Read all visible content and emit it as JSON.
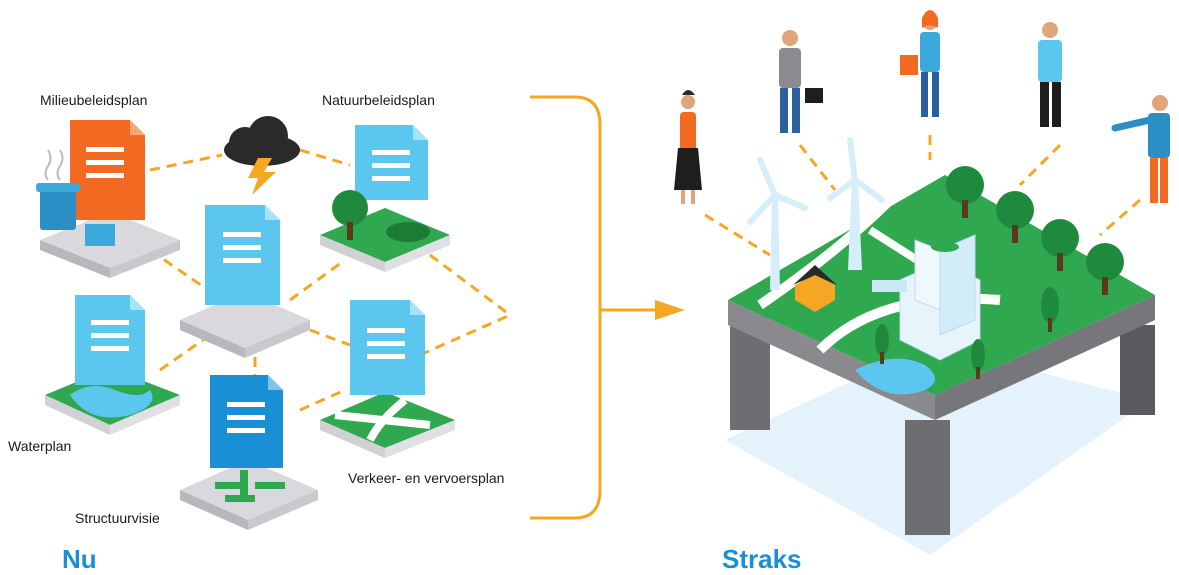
{
  "left_title": "Nu",
  "right_title": "Straks",
  "plans": {
    "milieu": "Milieubeleidsplan",
    "natuur": "Natuurbeleidsplan",
    "water": "Waterplan",
    "verkeer": "Verkeer- en vervoersplan",
    "structuur": "Structuurvisie"
  },
  "colors": {
    "accent_orange": "#f5a623",
    "title_blue": "#1a8fd6",
    "doc_blue": "#5bc7ee",
    "doc_orange": "#f26a21",
    "green": "#2fa84f",
    "tile_gray": "#d9d9dd",
    "leg_gray": "#6e6e72"
  },
  "icons": [
    "storm-cloud-icon",
    "trash-bin-icon",
    "tree-icon",
    "wind-turbine-icon",
    "house-icon",
    "person-icon",
    "briefcase-icon",
    "arrow-right-icon"
  ]
}
